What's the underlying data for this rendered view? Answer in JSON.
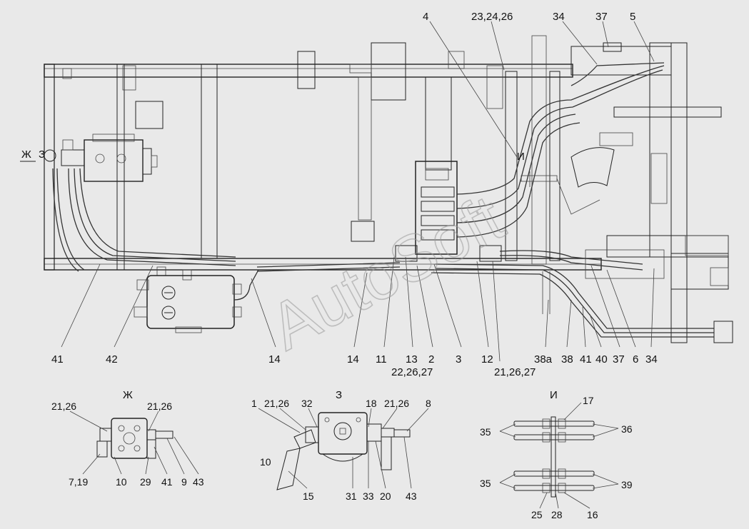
{
  "watermark": "AutoSoft",
  "main_labels": {
    "l4": "4",
    "l23": "23,24,26",
    "l34a": "34",
    "l37a": "37",
    "l5": "5",
    "zh": "Ж",
    "z": "З",
    "i": "И",
    "l41": "41",
    "l42": "42",
    "l14a": "14",
    "l14b": "14",
    "l11": "11",
    "l13": "13",
    "l2": "2",
    "l3": "3",
    "l12": "12",
    "l38a": "38а",
    "l38": "38",
    "l41b": "41",
    "l40": "40",
    "l37b": "37",
    "l6": "6",
    "l34b": "34",
    "l22": "22,26,27",
    "l21": "21,26,27"
  },
  "detail_zh": {
    "title": "Ж",
    "a": "21,26",
    "b": "21,26",
    "c": "7,19",
    "d": "10",
    "e": "29",
    "f": "41",
    "g": "9",
    "h": "43"
  },
  "detail_z": {
    "title": "З",
    "a": "1",
    "b": "21,26",
    "c": "32",
    "d": "18",
    "e": "21,26",
    "f": "8",
    "g": "10",
    "h": "15",
    "i": "31",
    "j": "33",
    "k": "20",
    "l": "43"
  },
  "detail_i": {
    "title": "И",
    "a": "17",
    "b": "35",
    "c": "36",
    "d": "35",
    "e": "39",
    "f": "25",
    "g": "28",
    "h": "16"
  }
}
